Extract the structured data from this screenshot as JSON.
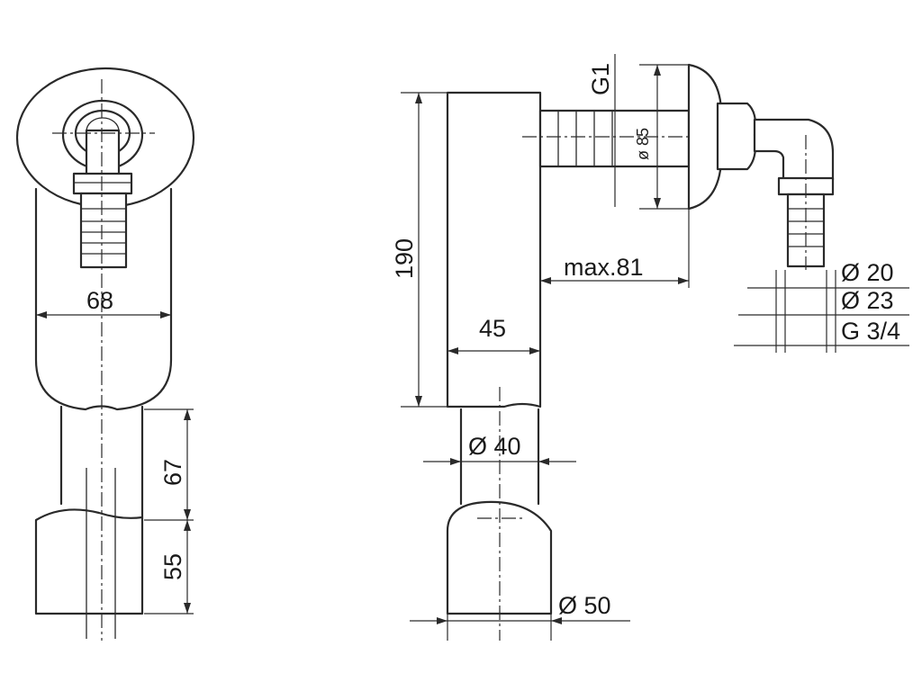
{
  "drawing": {
    "colors": {
      "line": "#2a2a2a",
      "background": "#ffffff"
    },
    "front_view": {
      "width_label": "68",
      "tube_height_label": "67",
      "base_height_label": "55"
    },
    "side_view": {
      "height_label": "190",
      "body_depth_label": "45",
      "projection_label": "max.81",
      "thread_label": "G1",
      "flange_diameter_label": "ø 85",
      "tube_diameter_label": "Ø 40",
      "base_diameter_label": "Ø 50",
      "hose_inner_label": "Ø 20",
      "hose_outer_label": "Ø 23",
      "hose_thread_label": "G 3/4"
    }
  }
}
